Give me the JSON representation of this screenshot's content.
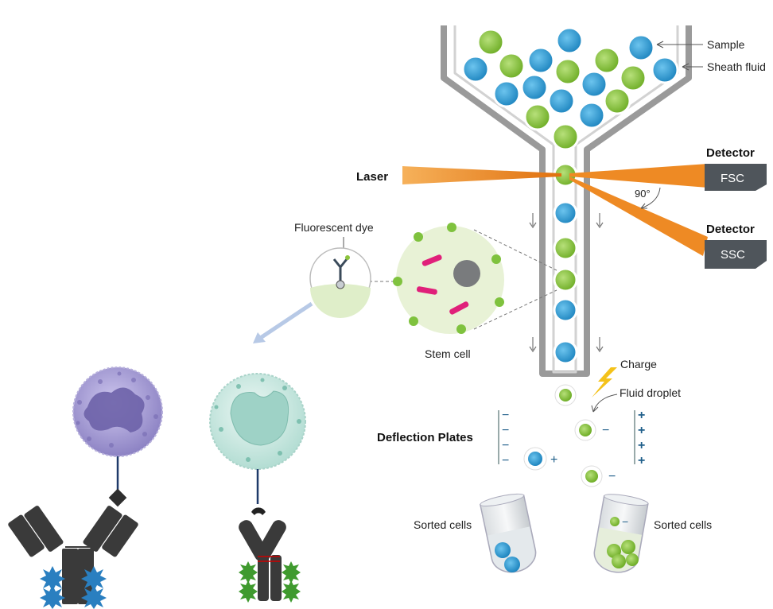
{
  "labels": {
    "sample": "Sample",
    "sheath_fluid": "Sheath fluid",
    "laser": "Laser",
    "detector_fsc": "Detector",
    "fsc": "FSC",
    "detector_ssc": "Detector",
    "ssc": "SSC",
    "angle": "90°",
    "fluorescent_dye": "Fluorescent dye",
    "stem_cell": "Stem cell",
    "charge": "Charge",
    "fluid_droplet": "Fluid droplet",
    "deflection_plates": "Deflection Plates",
    "sorted_cells_left": "Sorted cells",
    "sorted_cells_right": "Sorted cells",
    "minus": "−",
    "plus": "+"
  },
  "colors": {
    "green_cell": "#8cc43c",
    "blue_cell": "#2e9fd6",
    "laser_orange": "#f08a1c",
    "detector_gray": "#555a5f",
    "channel_gray": "#9a9a9a",
    "stem_cell_fill": "#eaf3d8",
    "nucleus_gray": "#7a7a7a",
    "granule_pink": "#e0247a",
    "plate_blue": "#1f5f8a",
    "neutrophil_purple": "#a9a0d4",
    "monocyte_teal": "#c8e6df",
    "antibody_dark": "#3a3a3a",
    "blue_star": "#2a7fc0",
    "green_star": "#3f9a2e"
  }
}
